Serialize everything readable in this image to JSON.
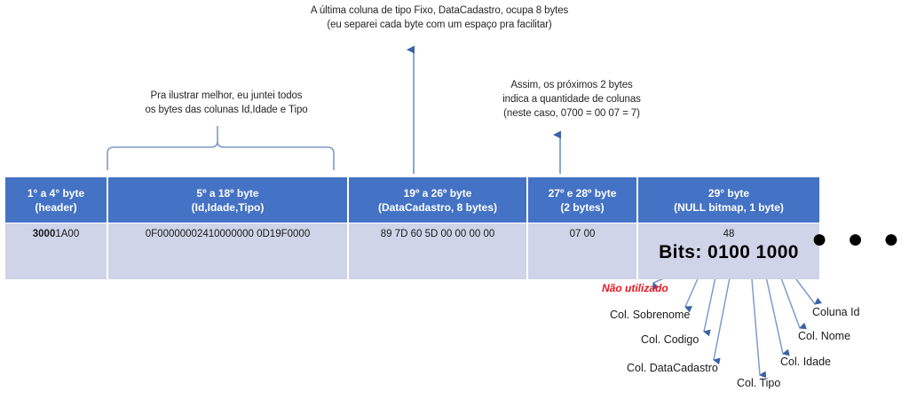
{
  "notes": {
    "datacadastro": "A última coluna de tipo Fixo, DataCadastro, ocupa 8 bytes\n(eu separei cada byte com um espaço pra facilitar)",
    "juntei_bytes": "Pra ilustrar melhor, eu juntei todos\nos bytes das colunas Id,Idade e Tipo",
    "qtd_colunas": "Assim, os próximos 2 bytes\nindica a quantidade de colunas\n(neste caso, 0700 = 00 07 = 7)"
  },
  "table": {
    "headers": [
      {
        "line1": "1° a 4° byte",
        "line2": "(header)"
      },
      {
        "line1": "5º a 18º byte",
        "line2": "(Id,Idade,Tipo)"
      },
      {
        "line1": "19º a 26º byte",
        "line2": "(DataCadastro, 8 bytes)"
      },
      {
        "line1": "27º e 28º byte",
        "line2": "(2 bytes)"
      },
      {
        "line1": "29° byte",
        "line2": "(NULL bitmap, 1 byte)"
      }
    ],
    "row": {
      "header_bold": "3000",
      "header_rest": "1A00",
      "id_idade_tipo": "0F00000002410000000 0D19F0000",
      "datacadastro": "89 7D 60 5D 00 00 00 00",
      "qtd_colunas": "07 00",
      "null_bitmap": "48",
      "null_bitmap_bits": "Bits: 0100 1000"
    },
    "continuation": "● ● ●"
  },
  "legend_labels": [
    {
      "id": "nao-utilizado",
      "text": "Não utilizado"
    },
    {
      "id": "col-sobrenome",
      "text": "Col. Sobrenome"
    },
    {
      "id": "col-codigo",
      "text": "Col. Codigo"
    },
    {
      "id": "col-datacadastro",
      "text": "Col. DataCadastro"
    },
    {
      "id": "col-tipo",
      "text": "Col. Tipo"
    },
    {
      "id": "col-idade",
      "text": "Col. Idade"
    },
    {
      "id": "col-nome",
      "text": "Col. Nome"
    },
    {
      "id": "coluna-id",
      "text": "Coluna Id"
    }
  ],
  "colors": {
    "header_blue": "#4472C4",
    "row_lavender": "#CFD4E8",
    "connector_blue": "#5B84C4",
    "red_accent": "#E8171F"
  }
}
